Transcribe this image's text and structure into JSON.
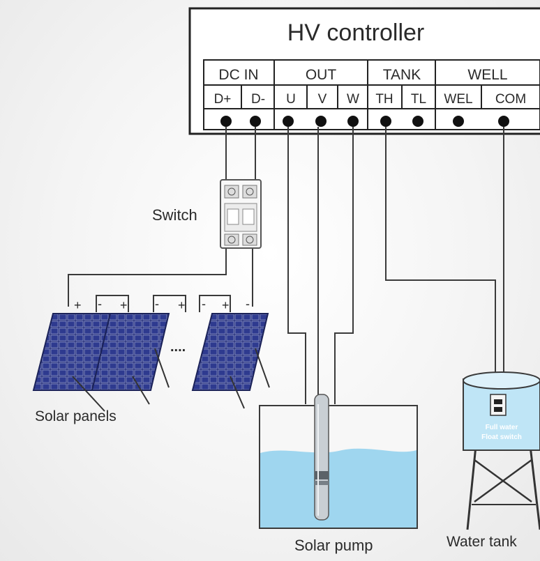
{
  "controller": {
    "title": "HV controller",
    "groups": [
      "DC IN",
      "OUT",
      "TANK",
      "WELL"
    ],
    "terminals": [
      "D+",
      "D-",
      "U",
      "V",
      "W",
      "TH",
      "TL",
      "WEL",
      "COM"
    ]
  },
  "labels": {
    "switch": "Switch",
    "solar_panels": "Solar panels",
    "solar_pump": "Solar pump",
    "water_tank": "Water tank",
    "float_switch_line1": "Full water",
    "float_switch_line2": "Float switch",
    "ellipsis": "....",
    "plus": "+",
    "minus": "-"
  },
  "colors": {
    "line": "#3a3a3a",
    "panel": "#26307a",
    "panel_grid": "#8e97c9",
    "water": "#9fd6ef",
    "tank_water": "#bfe5f6"
  }
}
